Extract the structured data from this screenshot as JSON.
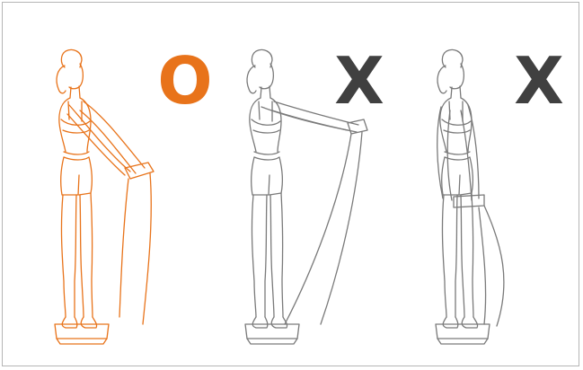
{
  "panels": [
    {
      "mark": "O",
      "verdict": "correct",
      "color": "#e8731a",
      "label_color": "#e8731a",
      "icon": "figure-arms-forward-handles-icon"
    },
    {
      "mark": "X",
      "verdict": "incorrect",
      "color": "#7a7a7a",
      "label_color": "#404040",
      "icon": "figure-arms-raised-high-icon"
    },
    {
      "mark": "X",
      "verdict": "incorrect",
      "color": "#7a7a7a",
      "label_color": "#404040",
      "icon": "figure-arms-down-icon"
    }
  ],
  "colors": {
    "border": "#b5b5b5",
    "background": "#ffffff"
  }
}
